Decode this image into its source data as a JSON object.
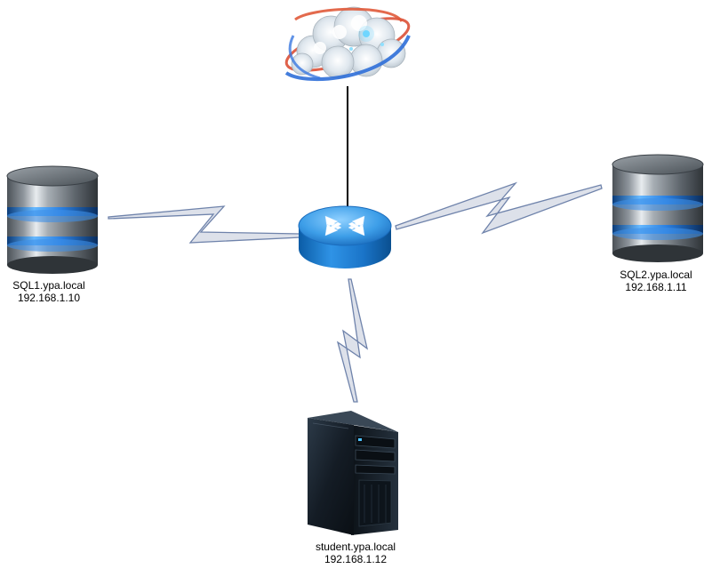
{
  "nodes": {
    "internet": {
      "icon": "cloud-globe-icon"
    },
    "router": {
      "icon": "router-icon"
    },
    "sql1": {
      "icon": "database-server-icon",
      "hostname": "SQL1.ypa.local",
      "ip": "192.168.1.10"
    },
    "sql2": {
      "icon": "database-server-icon",
      "hostname": "SQL2.ypa.local",
      "ip": "192.168.1.11"
    },
    "student": {
      "icon": "tower-server-icon",
      "hostname": "student.ypa.local",
      "ip": "192.168.1.12"
    }
  },
  "links": [
    {
      "from": "internet",
      "to": "router",
      "style": "wired"
    },
    {
      "from": "sql1",
      "to": "router",
      "style": "serial-lightning"
    },
    {
      "from": "sql2",
      "to": "router",
      "style": "serial-lightning"
    },
    {
      "from": "student",
      "to": "router",
      "style": "serial-lightning"
    }
  ],
  "colors": {
    "lightning_fill": "#dde1ea",
    "lightning_stroke": "#6f83ab",
    "wire": "#000000",
    "router_blue": "#1f7fd0",
    "db_blue": "#4aa3ff",
    "server_body": "#1a2430"
  }
}
